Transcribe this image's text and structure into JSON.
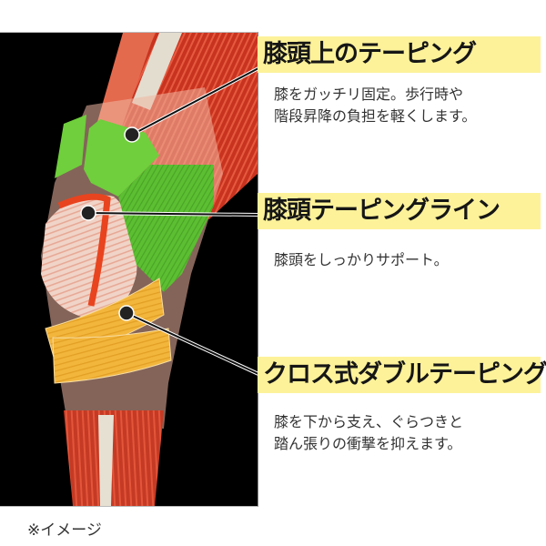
{
  "sections": [
    {
      "title": "膝頭上のテーピング",
      "desc_lines": [
        "膝をガッチリ固定。歩行時や",
        "階段昇降の負担を軽くします。"
      ]
    },
    {
      "title": "膝頭テーピングライン",
      "desc_lines": [
        "膝頭をしっかりサポート。"
      ]
    },
    {
      "title": "クロス式ダブルテーピング",
      "desc_lines": [
        "膝を下から支え、ぐらつきと",
        "踏ん張りの衝撃を抑えます。"
      ]
    }
  ],
  "footnote": "※イメージ",
  "colors": {
    "highlight": "#fdf29a",
    "upper_tape": "#6fcf3c",
    "lower_tape": "#f3b63c",
    "muscle": "#d9432c",
    "background_panel": "#000000"
  }
}
